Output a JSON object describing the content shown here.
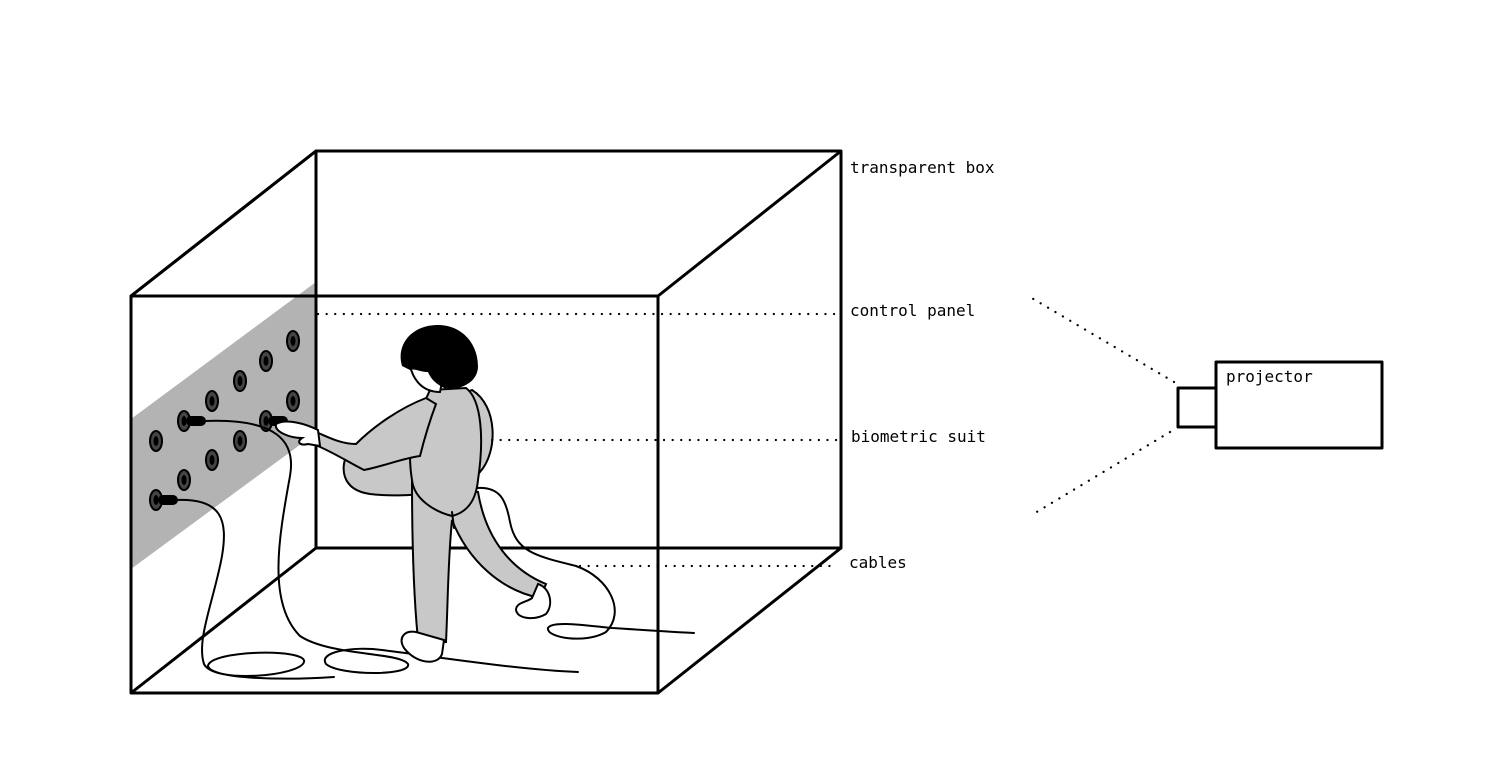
{
  "labels": {
    "transparent_box": "transparent box",
    "control_panel": "control panel",
    "biometric_suit": "biometric suit",
    "cables": "cables",
    "projector": "projector"
  },
  "colors": {
    "line": "#000000",
    "panel": "#b3b3b3",
    "suit": "#c8c8c8",
    "hair": "#000000",
    "background": "#ffffff"
  }
}
